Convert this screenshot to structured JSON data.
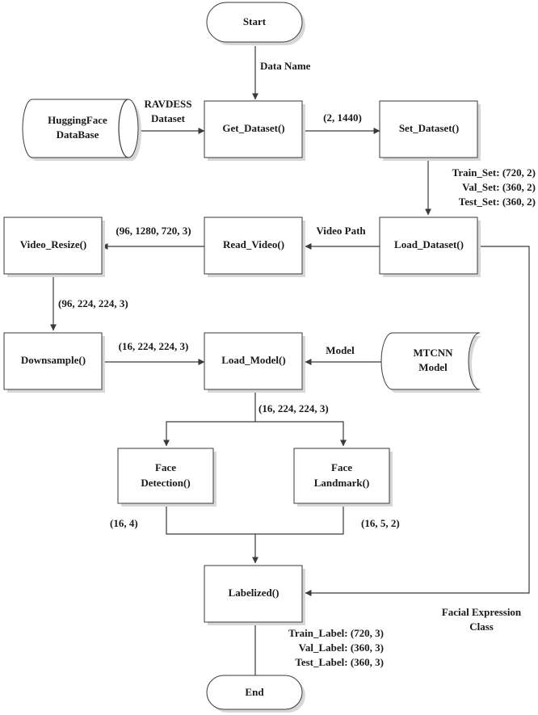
{
  "nodes": {
    "start": "Start",
    "huggingface": [
      "HuggingFace",
      "DataBase"
    ],
    "get_dataset": "Get_Dataset()",
    "set_dataset": "Set_Dataset()",
    "load_dataset": "Load_Dataset()",
    "read_video": "Read_Video()",
    "video_resize": "Video_Resize()",
    "downsample": "Downsample()",
    "load_model": "Load_Model()",
    "mtcnn": [
      "MTCNN",
      "Model"
    ],
    "face_detection": [
      "Face",
      "Detection()"
    ],
    "face_landmark": [
      "Face",
      "Landmark()"
    ],
    "labelized": "Labelized()",
    "end": "End"
  },
  "edge_labels": {
    "data_name": "Data Name",
    "ravdess": [
      "RAVDESS",
      "Dataset"
    ],
    "dataset_shape": "(2, 1440)",
    "splits": [
      "Train_Set: (720, 2)",
      "Val_Set: (360, 2)",
      "Test_Set: (360, 2)"
    ],
    "video_path": "Video Path",
    "video_shape": "(96, 1280, 720, 3)",
    "resized_shape": "(96, 224, 224, 3)",
    "downsampled_shape": "(16, 224, 224, 3)",
    "model": "Model",
    "model_output_shape": "(16, 224, 224, 3)",
    "detection_shape": "(16, 4)",
    "landmark_shape": "(16, 5, 2)",
    "facial_expression": [
      "Facial Expression",
      "Class"
    ],
    "labels": [
      "Train_Label: (720, 3)",
      "Val_Label: (360, 3)",
      "Test_Label: (360, 3)"
    ]
  }
}
